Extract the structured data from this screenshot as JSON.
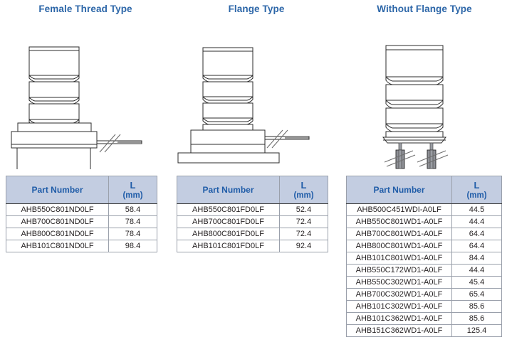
{
  "page": {
    "background": "#ffffff",
    "title_color": "#2c66a8",
    "header_bg": "#c3cde1",
    "header_text_color": "#1f5ca8",
    "border_color": "#3a3a3a"
  },
  "columns": [
    {
      "id": "female-thread-type",
      "title": "Female Thread Type",
      "drawing": {
        "name": "female-thread-type-drawing",
        "description": "bellows sensor with threaded hex body and single radial lead wire"
      },
      "table": {
        "headers": {
          "part_number": "Part Number",
          "l_main": "L",
          "l_unit": "(mm)"
        },
        "rows": [
          {
            "part": "AHB550C801ND0LF",
            "l": "58.4"
          },
          {
            "part": "AHB700C801ND0LF",
            "l": "78.4"
          },
          {
            "part": "AHB800C801ND0LF",
            "l": "78.4"
          },
          {
            "part": "AHB101C801ND0LF",
            "l": "98.4"
          }
        ]
      }
    },
    {
      "id": "flange-type",
      "title": "Flange Type",
      "drawing": {
        "name": "flange-type-drawing",
        "description": "bellows sensor with wide mounting flange base and single radial lead wire"
      },
      "table": {
        "headers": {
          "part_number": "Part Number",
          "l_main": "L",
          "l_unit": "(mm)"
        },
        "rows": [
          {
            "part": "AHB550C801FD0LF",
            "l": "52.4"
          },
          {
            "part": "AHB700C801FD0LF",
            "l": "72.4"
          },
          {
            "part": "AHB800C801FD0LF",
            "l": "72.4"
          },
          {
            "part": "AHB101C801FD0LF",
            "l": "92.4"
          }
        ]
      }
    },
    {
      "id": "without-flange-type",
      "title": "Without Flange Type",
      "drawing": {
        "name": "without-flange-type-drawing",
        "description": "bellows sensor without flange, two axial lead wires with sleeves pointing down"
      },
      "table": {
        "headers": {
          "part_number": "Part Number",
          "l_main": "L",
          "l_unit": "(mm)"
        },
        "rows": [
          {
            "part": "AHB500C451WDI-A0LF",
            "l": "44.5"
          },
          {
            "part": "AHB550C801WD1-A0LF",
            "l": "44.4"
          },
          {
            "part": "AHB700C801WD1-A0LF",
            "l": "64.4"
          },
          {
            "part": "AHB800C801WD1-A0LF",
            "l": "64.4"
          },
          {
            "part": "AHB101C801WD1-A0LF",
            "l": "84.4"
          },
          {
            "part": "AHB550C172WD1-A0LF",
            "l": "44.4"
          },
          {
            "part": "AHB550C302WD1-A0LF",
            "l": "45.4"
          },
          {
            "part": "AHB700C302WD1-A0LF",
            "l": "65.4"
          },
          {
            "part": "AHB101C302WD1-A0LF",
            "l": "85.6"
          },
          {
            "part": "AHB101C362WD1-A0LF",
            "l": "85.6"
          },
          {
            "part": "AHB151C362WD1-A0LF",
            "l": "125.4"
          }
        ]
      }
    }
  ]
}
